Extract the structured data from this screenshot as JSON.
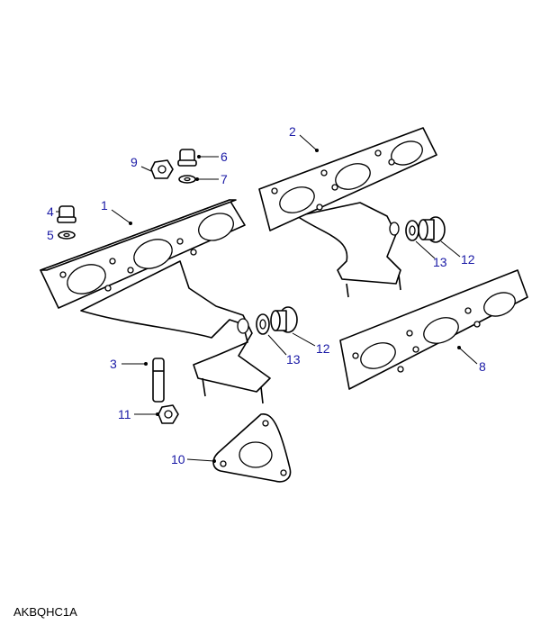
{
  "diagram": {
    "caption": "AKBQHC1A",
    "callouts": {
      "c1": "1",
      "c2": "2",
      "c3": "3",
      "c4": "4",
      "c5": "5",
      "c6": "6",
      "c7": "7",
      "c8": "8",
      "c9": "9",
      "c10": "10",
      "c11": "11",
      "c12a": "12",
      "c12b": "12",
      "c13a": "13",
      "c13b": "13"
    },
    "colors": {
      "callout": "#1a1aa6",
      "line": "#000000"
    }
  }
}
